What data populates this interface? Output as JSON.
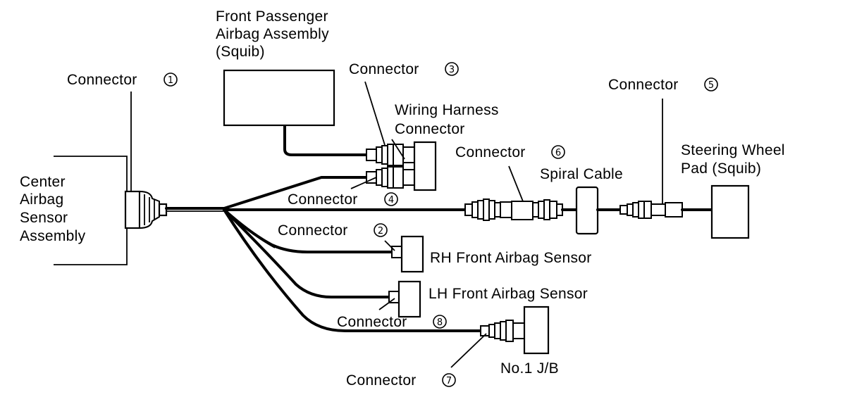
{
  "labels": {
    "front_passenger_line1": "Front Passenger",
    "front_passenger_line2": "Airbag Assembly",
    "front_passenger_line3": "(Squib)",
    "connector1": "Connector",
    "connector2": "Connector",
    "connector3": "Connector",
    "connector4": "Connector",
    "connector5": "Connector",
    "connector6": "Connector",
    "connector7": "Connector",
    "connector8": "Connector",
    "wiring_harness_line1": "Wiring Harness",
    "wiring_harness_line2": "Connector",
    "center_line1": "Center",
    "center_line2": "Airbag",
    "center_line3": "Sensor",
    "center_line4": "Assembly",
    "spiral_cable": "Spiral Cable",
    "steering_line1": "Steering Wheel",
    "steering_line2": "Pad (Squib)",
    "rh_sensor": "RH Front Airbag Sensor",
    "lh_sensor": "LH Front Airbag Sensor",
    "jb": "No.1 J/B"
  },
  "numbers": {
    "n1": "1",
    "n2": "2",
    "n3": "3",
    "n4": "4",
    "n5": "5",
    "n6": "6",
    "n7": "7",
    "n8": "8"
  }
}
